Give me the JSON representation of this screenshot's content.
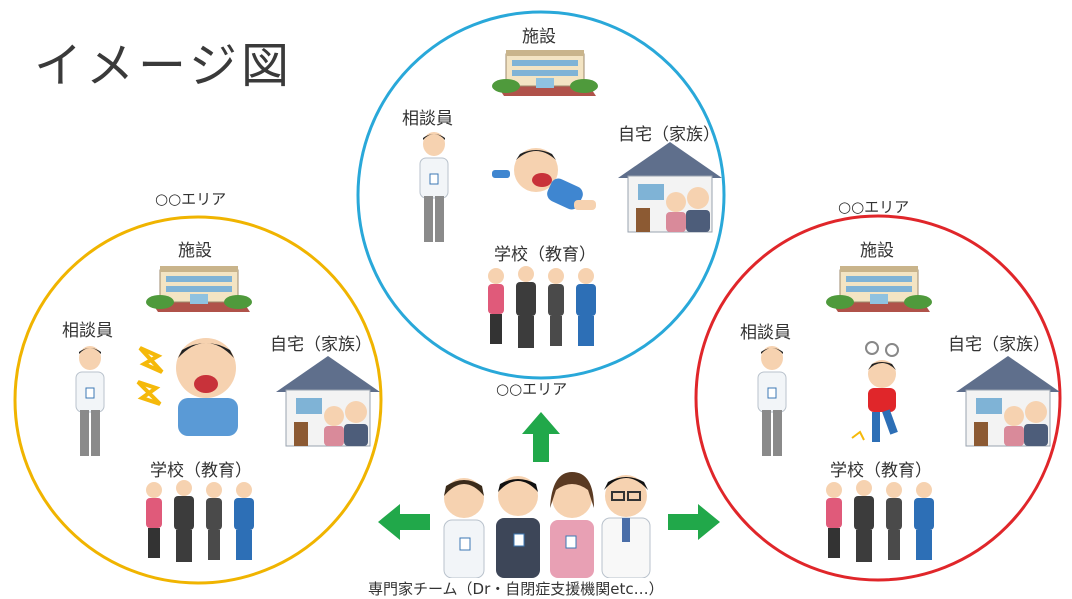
{
  "title": "イメージ図",
  "areas": [
    {
      "area_label": "○○エリア",
      "facility": "施設",
      "counselor": "相談員",
      "home": "自宅（家族）",
      "school": "学校（教育）",
      "border_color": "#f0b400"
    },
    {
      "area_label": "○○エリア",
      "facility": "施設",
      "counselor": "相談員",
      "home": "自宅（家族）",
      "school": "学校（教育）",
      "border_color": "#29a8d9"
    },
    {
      "area_label": "○○エリア",
      "facility": "施設",
      "counselor": "相談員",
      "home": "自宅（家族）",
      "school": "学校（教育）",
      "border_color": "#e0262a"
    }
  ],
  "team": {
    "label": "専門家チーム（Dr・自閉症支援機関etc…）",
    "arrow_color": "#21a84a"
  }
}
